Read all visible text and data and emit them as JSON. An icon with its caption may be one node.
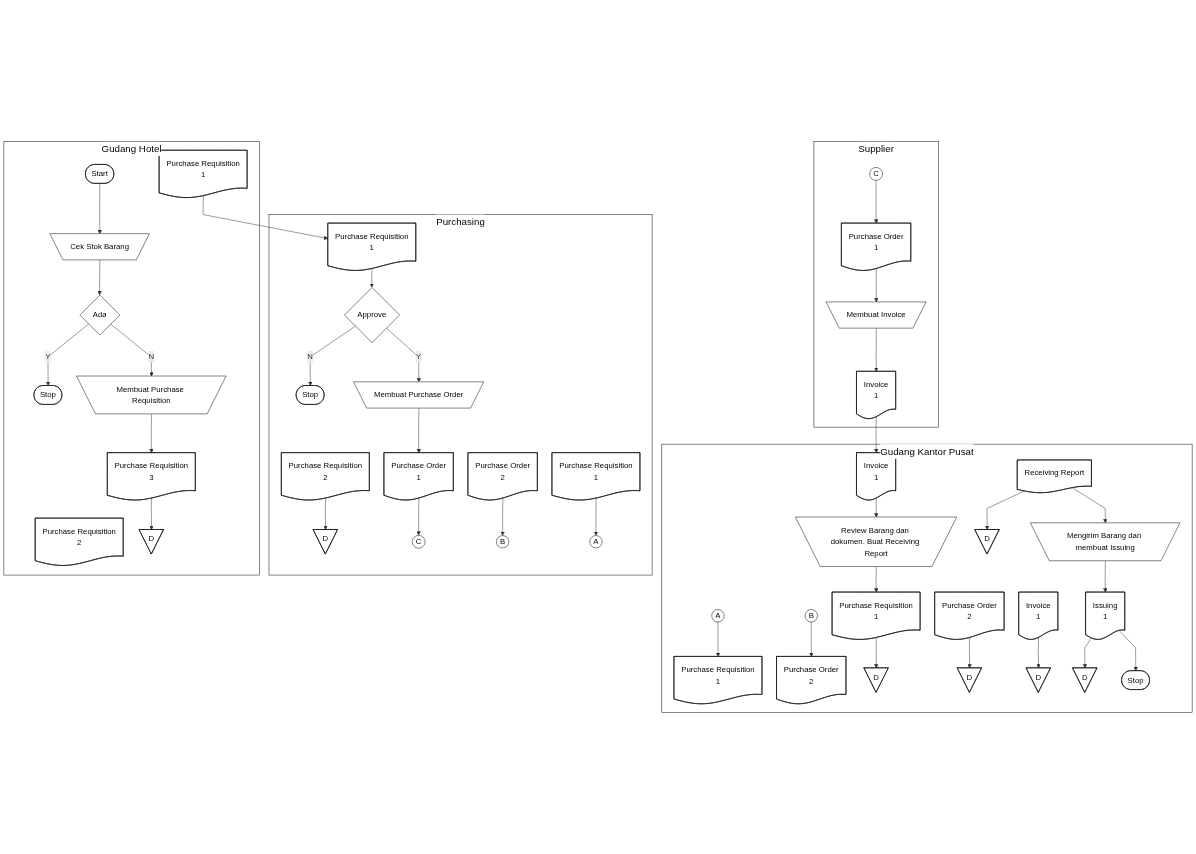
{
  "diagram": {
    "nodes": [
      {
        "text": [
          "Gudang Hotel"
        ]
      },
      {
        "text": [
          "Start"
        ],
        "in": 0
      },
      {
        "text": [
          "Cek Stok Barang"
        ],
        "in": 0
      },
      {
        "text": [
          "Ada"
        ],
        "in": 0
      },
      {
        "text": [
          "Stop"
        ],
        "in": 0
      },
      {
        "text": [
          "Membuat Purchase Requisition"
        ],
        "in": 0
      },
      {
        "text": [
          "Purchase Requisition",
          "3"
        ],
        "in": 0
      },
      {
        "text": [
          "Purchase Requisition",
          "2"
        ],
        "in": 0
      },
      {
        "text": [
          "Purchase Requisition",
          "1"
        ],
        "in": 0
      },
      {
        "text": [
          "D"
        ],
        "in": 0
      },
      {
        "text": [
          "Purchasing"
        ]
      },
      {
        "text": [
          "Purchase Requisition",
          "2"
        ],
        "in": 10
      },
      {
        "text": [
          "Purchase Requisition",
          "1"
        ],
        "in": 10
      },
      {
        "text": [
          "D"
        ],
        "in": 10
      },
      {
        "text": [
          "Approve"
        ],
        "in": 10
      },
      {
        "text": [
          "Stop"
        ],
        "in": 10
      },
      {
        "text": [
          "Membuat Purchase Order"
        ],
        "in": 10
      },
      {
        "text": [
          "Purchase Order",
          "1"
        ],
        "in": 10
      },
      {
        "text": [
          "Purchase Order",
          "2"
        ],
        "in": 10
      },
      {
        "text": [
          "Purchase Requisition",
          "1"
        ],
        "in": 10
      },
      {
        "text": [
          "C"
        ],
        "in": 10
      },
      {
        "text": [
          "B"
        ],
        "in": 10
      },
      {
        "text": [
          "A"
        ],
        "in": 10
      },
      {
        "text": [
          "Gudang Kantor Pusat"
        ]
      },
      {
        "text": [
          "A"
        ],
        "in": 23
      },
      {
        "text": [
          "Purchase Requisition",
          "1"
        ],
        "in": 23
      },
      {
        "text": [
          "B"
        ],
        "in": 23
      },
      {
        "text": [
          "Purchase Order",
          "2"
        ],
        "in": 23
      },
      {
        "text": [
          "Invoice",
          "1"
        ],
        "in": 23
      },
      {
        "text": [
          "Review Barang dan dokumen. Buat Receiving Report"
        ],
        "in": 23
      },
      {
        "text": [
          "Purchase Requisition",
          "1"
        ],
        "in": 23
      },
      {
        "text": [
          "Purchase Order",
          "2"
        ],
        "in": 23
      },
      {
        "text": [
          "Invoice",
          "1"
        ],
        "in": 23
      },
      {
        "text": [
          "Receiving Report"
        ],
        "in": 23
      },
      {
        "text": [
          "D"
        ],
        "in": 23
      },
      {
        "text": [
          "D"
        ],
        "in": 23
      },
      {
        "text": [
          "D"
        ],
        "in": 23
      },
      {
        "text": [
          "D"
        ],
        "in": 23
      },
      {
        "text": [
          "Mengirim Barang dan membuat Issuing"
        ],
        "in": 23
      },
      {
        "text": [
          "Issuing",
          "1"
        ],
        "in": 23
      },
      {
        "text": [
          "D"
        ],
        "in": 23
      },
      {
        "text": [
          "Stop"
        ],
        "in": 23
      },
      {
        "text": [
          "Supplier"
        ]
      },
      {
        "text": [
          "C"
        ],
        "in": 42
      },
      {
        "text": [
          "Purchase Order",
          "1"
        ],
        "in": 42
      },
      {
        "text": [
          "Membuat Invoice"
        ],
        "in": 42
      },
      {
        "text": [
          "Invoice",
          "1"
        ],
        "in": 42
      }
    ],
    "edges": [
      {
        "from": 1,
        "to": 2,
        "arrow": "to"
      },
      {
        "from": 2,
        "to": 3,
        "arrow": "to"
      },
      {
        "from": 3,
        "to": 4,
        "label": "Y",
        "arrow": "to"
      },
      {
        "from": 3,
        "to": 5,
        "label": "N",
        "arrow": "to"
      },
      {
        "from": 5,
        "to": 6,
        "arrow": "to"
      },
      {
        "from": 6,
        "to": 9,
        "arrow": "to"
      },
      {
        "from": 8,
        "to": 12,
        "arrow": "to"
      },
      {
        "from": 11,
        "to": 13,
        "arrow": "to"
      },
      {
        "from": 12,
        "to": 14,
        "arrow": "to"
      },
      {
        "from": 14,
        "to": 15,
        "label": "N",
        "arrow": "to"
      },
      {
        "from": 14,
        "to": 16,
        "label": "Y",
        "arrow": "to"
      },
      {
        "from": 16,
        "to": 17,
        "arrow": "to"
      },
      {
        "from": 17,
        "to": 20,
        "arrow": "to"
      },
      {
        "from": 18,
        "to": 21,
        "arrow": "to"
      },
      {
        "from": 19,
        "to": 22,
        "arrow": "to"
      },
      {
        "from": 24,
        "to": 25,
        "arrow": "to"
      },
      {
        "from": 26,
        "to": 27,
        "arrow": "to"
      },
      {
        "from": 46,
        "to": 28,
        "arrow": "to"
      },
      {
        "from": 28,
        "to": 29,
        "arrow": "to"
      },
      {
        "from": 29,
        "to": 30,
        "arrow": "to"
      },
      {
        "from": 30,
        "to": 34,
        "arrow": "to"
      },
      {
        "from": 31,
        "to": 35,
        "arrow": "to"
      },
      {
        "from": 32,
        "to": 36,
        "arrow": "to"
      },
      {
        "from": 33,
        "to": 37,
        "arrow": "to"
      },
      {
        "from": 33,
        "to": 38,
        "arrow": "to"
      },
      {
        "from": 38,
        "to": 39,
        "arrow": "to"
      },
      {
        "from": 39,
        "to": 40,
        "arrow": "to"
      },
      {
        "from": 39,
        "to": 41,
        "arrow": "to"
      },
      {
        "from": 43,
        "to": 44,
        "arrow": "to"
      },
      {
        "from": 44,
        "to": 45,
        "arrow": "to"
      },
      {
        "from": 45,
        "to": 46,
        "arrow": "to"
      }
    ]
  }
}
